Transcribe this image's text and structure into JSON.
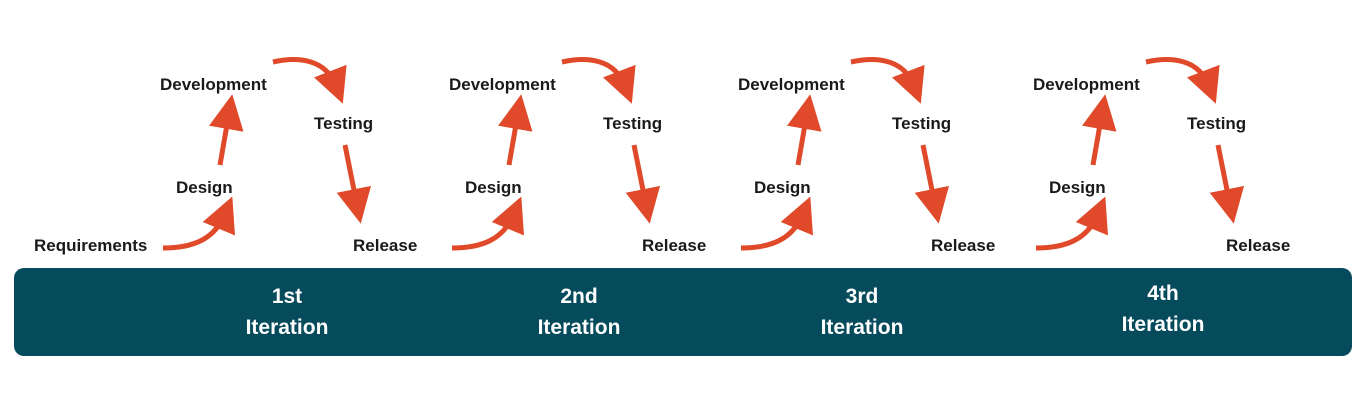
{
  "colors": {
    "arrow": "#e04a2a",
    "bar": "#064b5c",
    "bar_text": "#ffffff",
    "label_text": "#1a1a1a"
  },
  "iterations": [
    {
      "ordinal": "1st",
      "word": "Iteration",
      "stages": {
        "requirements": "Requirements",
        "design": "Design",
        "development": "Development",
        "testing": "Testing",
        "release": "Release"
      }
    },
    {
      "ordinal": "2nd",
      "word": "Iteration",
      "stages": {
        "design": "Design",
        "development": "Development",
        "testing": "Testing",
        "release": "Release"
      }
    },
    {
      "ordinal": "3rd",
      "word": "Iteration",
      "stages": {
        "design": "Design",
        "development": "Development",
        "testing": "Testing",
        "release": "Release"
      }
    },
    {
      "ordinal": "4th",
      "word": "Iteration",
      "stages": {
        "design": "Design",
        "development": "Development",
        "testing": "Testing",
        "release": "Release"
      }
    }
  ]
}
